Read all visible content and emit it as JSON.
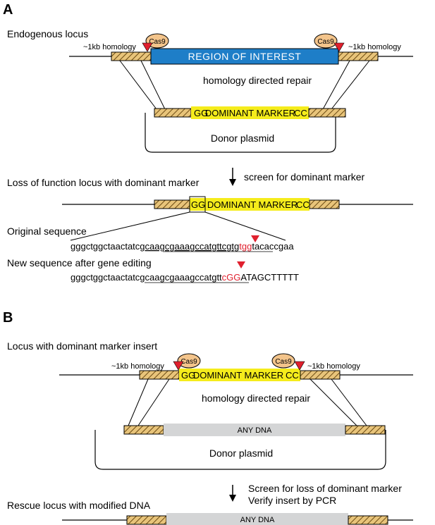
{
  "colors": {
    "blue_region": "#1e7ec8",
    "marker_yellow": "#f5ec1c",
    "hatch_tan": "#e8c47a",
    "cas9_fill": "#f3c48b",
    "cut_red": "#e0202e",
    "any_dna_gray": "#d4d5d6"
  },
  "panel_a": {
    "letter": "A",
    "endogenous_locus": "Endogenous locus",
    "homology_left": "~1kb homology",
    "homology_right": "~1kb homology",
    "cas9_left": "Cas9",
    "cas9_right": "Cas9",
    "region_of_interest": "REGION OF INTEREST",
    "hdr": "homology directed repair",
    "donor_gg": "GG",
    "donor_marker": "DOMINANT MARKER",
    "donor_cc": "CC",
    "donor_plasmid": "Donor plasmid",
    "screen": "screen for dominant marker",
    "loss_locus": "Loss of function locus with dominant marker",
    "locus_gg": "GG",
    "locus_marker": "DOMINANT MARKER",
    "locus_cc": "CC",
    "original_sequence": "Original sequence",
    "orig_seq_a": "gggctggctaactatcg",
    "orig_seq_b": "caagcgaaagccatgttcgtg",
    "orig_seq_pam": "tgg",
    "orig_seq_c": "tacaccgaa",
    "new_sequence": "New sequence after gene editing",
    "new_seq_a": "gggctggctaacta",
    "new_seq_b": "tcgcaagcgaaagccatgtt",
    "new_seq_red": "cGG",
    "new_seq_c": "ATAGCTTTTT"
  },
  "panel_b": {
    "letter": "B",
    "locus_insert": "Locus with dominant marker insert",
    "homology_left": "~1kb homology",
    "homology_right": "~1kb homology",
    "cas9_left": "Cas9",
    "cas9_right": "Cas9",
    "gg": "GG",
    "marker": "DOMINANT MARKER",
    "cc": "CC",
    "hdr": "homology directed repair",
    "any_dna": "ANY DNA",
    "donor_plasmid": "Donor plasmid",
    "screen_line1": "Screen for loss of dominant marker",
    "screen_line2": "Verify insert by PCR",
    "rescue_locus": "Rescue locus with modified DNA",
    "rescue_any_dna": "ANY DNA"
  }
}
